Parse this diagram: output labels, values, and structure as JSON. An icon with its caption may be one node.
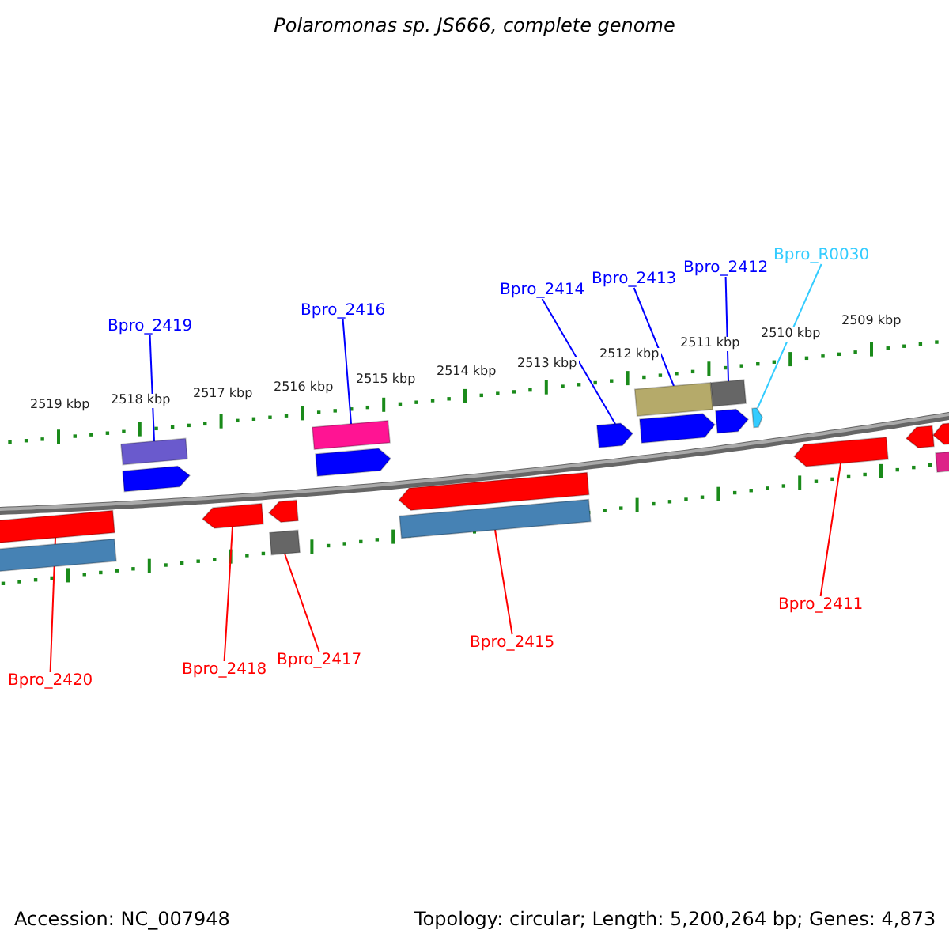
{
  "diagram": {
    "title": "Polaromonas sp. JS666, complete genome",
    "nodes": [
      {
        "text": [
          "Bpro_2419"
        ]
      },
      {
        "text": [
          "Bpro_2416"
        ]
      },
      {
        "text": [
          "Bpro_2414"
        ]
      },
      {
        "text": [
          "Bpro_2413"
        ]
      },
      {
        "text": [
          "Bpro_2412"
        ]
      },
      {
        "text": [
          "Bpro_R0030"
        ]
      },
      {
        "text": [],
        "shape": "box"
      },
      {
        "text": [],
        "shape": "arrow"
      },
      {
        "text": [],
        "shape": "box"
      },
      {
        "text": [],
        "shape": "arrow"
      },
      {
        "text": [],
        "shape": "box"
      },
      {
        "text": [],
        "shape": "box"
      },
      {
        "text": [],
        "shape": "arrow"
      },
      {
        "text": [],
        "shape": "arrow"
      },
      {
        "text": [],
        "shape": "arrow"
      },
      {
        "text": [],
        "shape": "arrow"
      },
      {
        "text": [],
        "shape": "box"
      },
      {
        "text": [],
        "shape": "box"
      },
      {
        "text": [],
        "shape": "arrow"
      },
      {
        "text": [],
        "shape": "arrow"
      },
      {
        "text": [],
        "shape": "box"
      },
      {
        "text": [],
        "shape": "arrow"
      },
      {
        "text": [],
        "shape": "box"
      },
      {
        "text": [],
        "shape": "arrow"
      },
      {
        "text": [],
        "shape": "arrow"
      },
      {
        "text": [],
        "shape": "arrow"
      },
      {
        "text": [],
        "shape": "box"
      },
      {
        "text": [
          "Bpro_2420"
        ]
      },
      {
        "text": [
          "Bpro_2418"
        ]
      },
      {
        "text": [
          "Bpro_2417"
        ]
      },
      {
        "text": [
          "Bpro_2415"
        ]
      },
      {
        "text": [
          "Bpro_2411"
        ]
      }
    ],
    "edges": [
      {
        "from": 0,
        "to": 6,
        "arrow": "none",
        "color": "#0000ff"
      },
      {
        "from": 1,
        "to": 8,
        "arrow": "none",
        "color": "#0000ff"
      },
      {
        "from": 2,
        "to": 12,
        "arrow": "none",
        "color": "#0000ff"
      },
      {
        "from": 3,
        "to": 10,
        "arrow": "none",
        "color": "#0000ff"
      },
      {
        "from": 4,
        "to": 11,
        "arrow": "none",
        "color": "#0000ff"
      },
      {
        "from": 5,
        "to": 15,
        "arrow": "none",
        "color": "#33ccff"
      },
      {
        "from": 27,
        "to": 16,
        "arrow": "none",
        "color": "#ff0000"
      },
      {
        "from": 28,
        "to": 18,
        "arrow": "none",
        "color": "#ff0000"
      },
      {
        "from": 29,
        "to": 20,
        "arrow": "none",
        "color": "#ff0000"
      },
      {
        "from": 30,
        "to": 22,
        "arrow": "none",
        "color": "#ff0000"
      },
      {
        "from": 31,
        "to": 23,
        "arrow": "none",
        "color": "#ff0000"
      }
    ],
    "labels": [
      "2519 kbp",
      "2518 kbp",
      "2517 kbp",
      "2516 kbp",
      "2515 kbp",
      "2514 kbp",
      "2513 kbp",
      "2512 kbp",
      "2511 kbp",
      "2510 kbp",
      "2509 kbp",
      "Accession: NC_007948",
      "Topology: circular; Length: 5,200,264 bp; Genes: 4,873"
    ]
  }
}
